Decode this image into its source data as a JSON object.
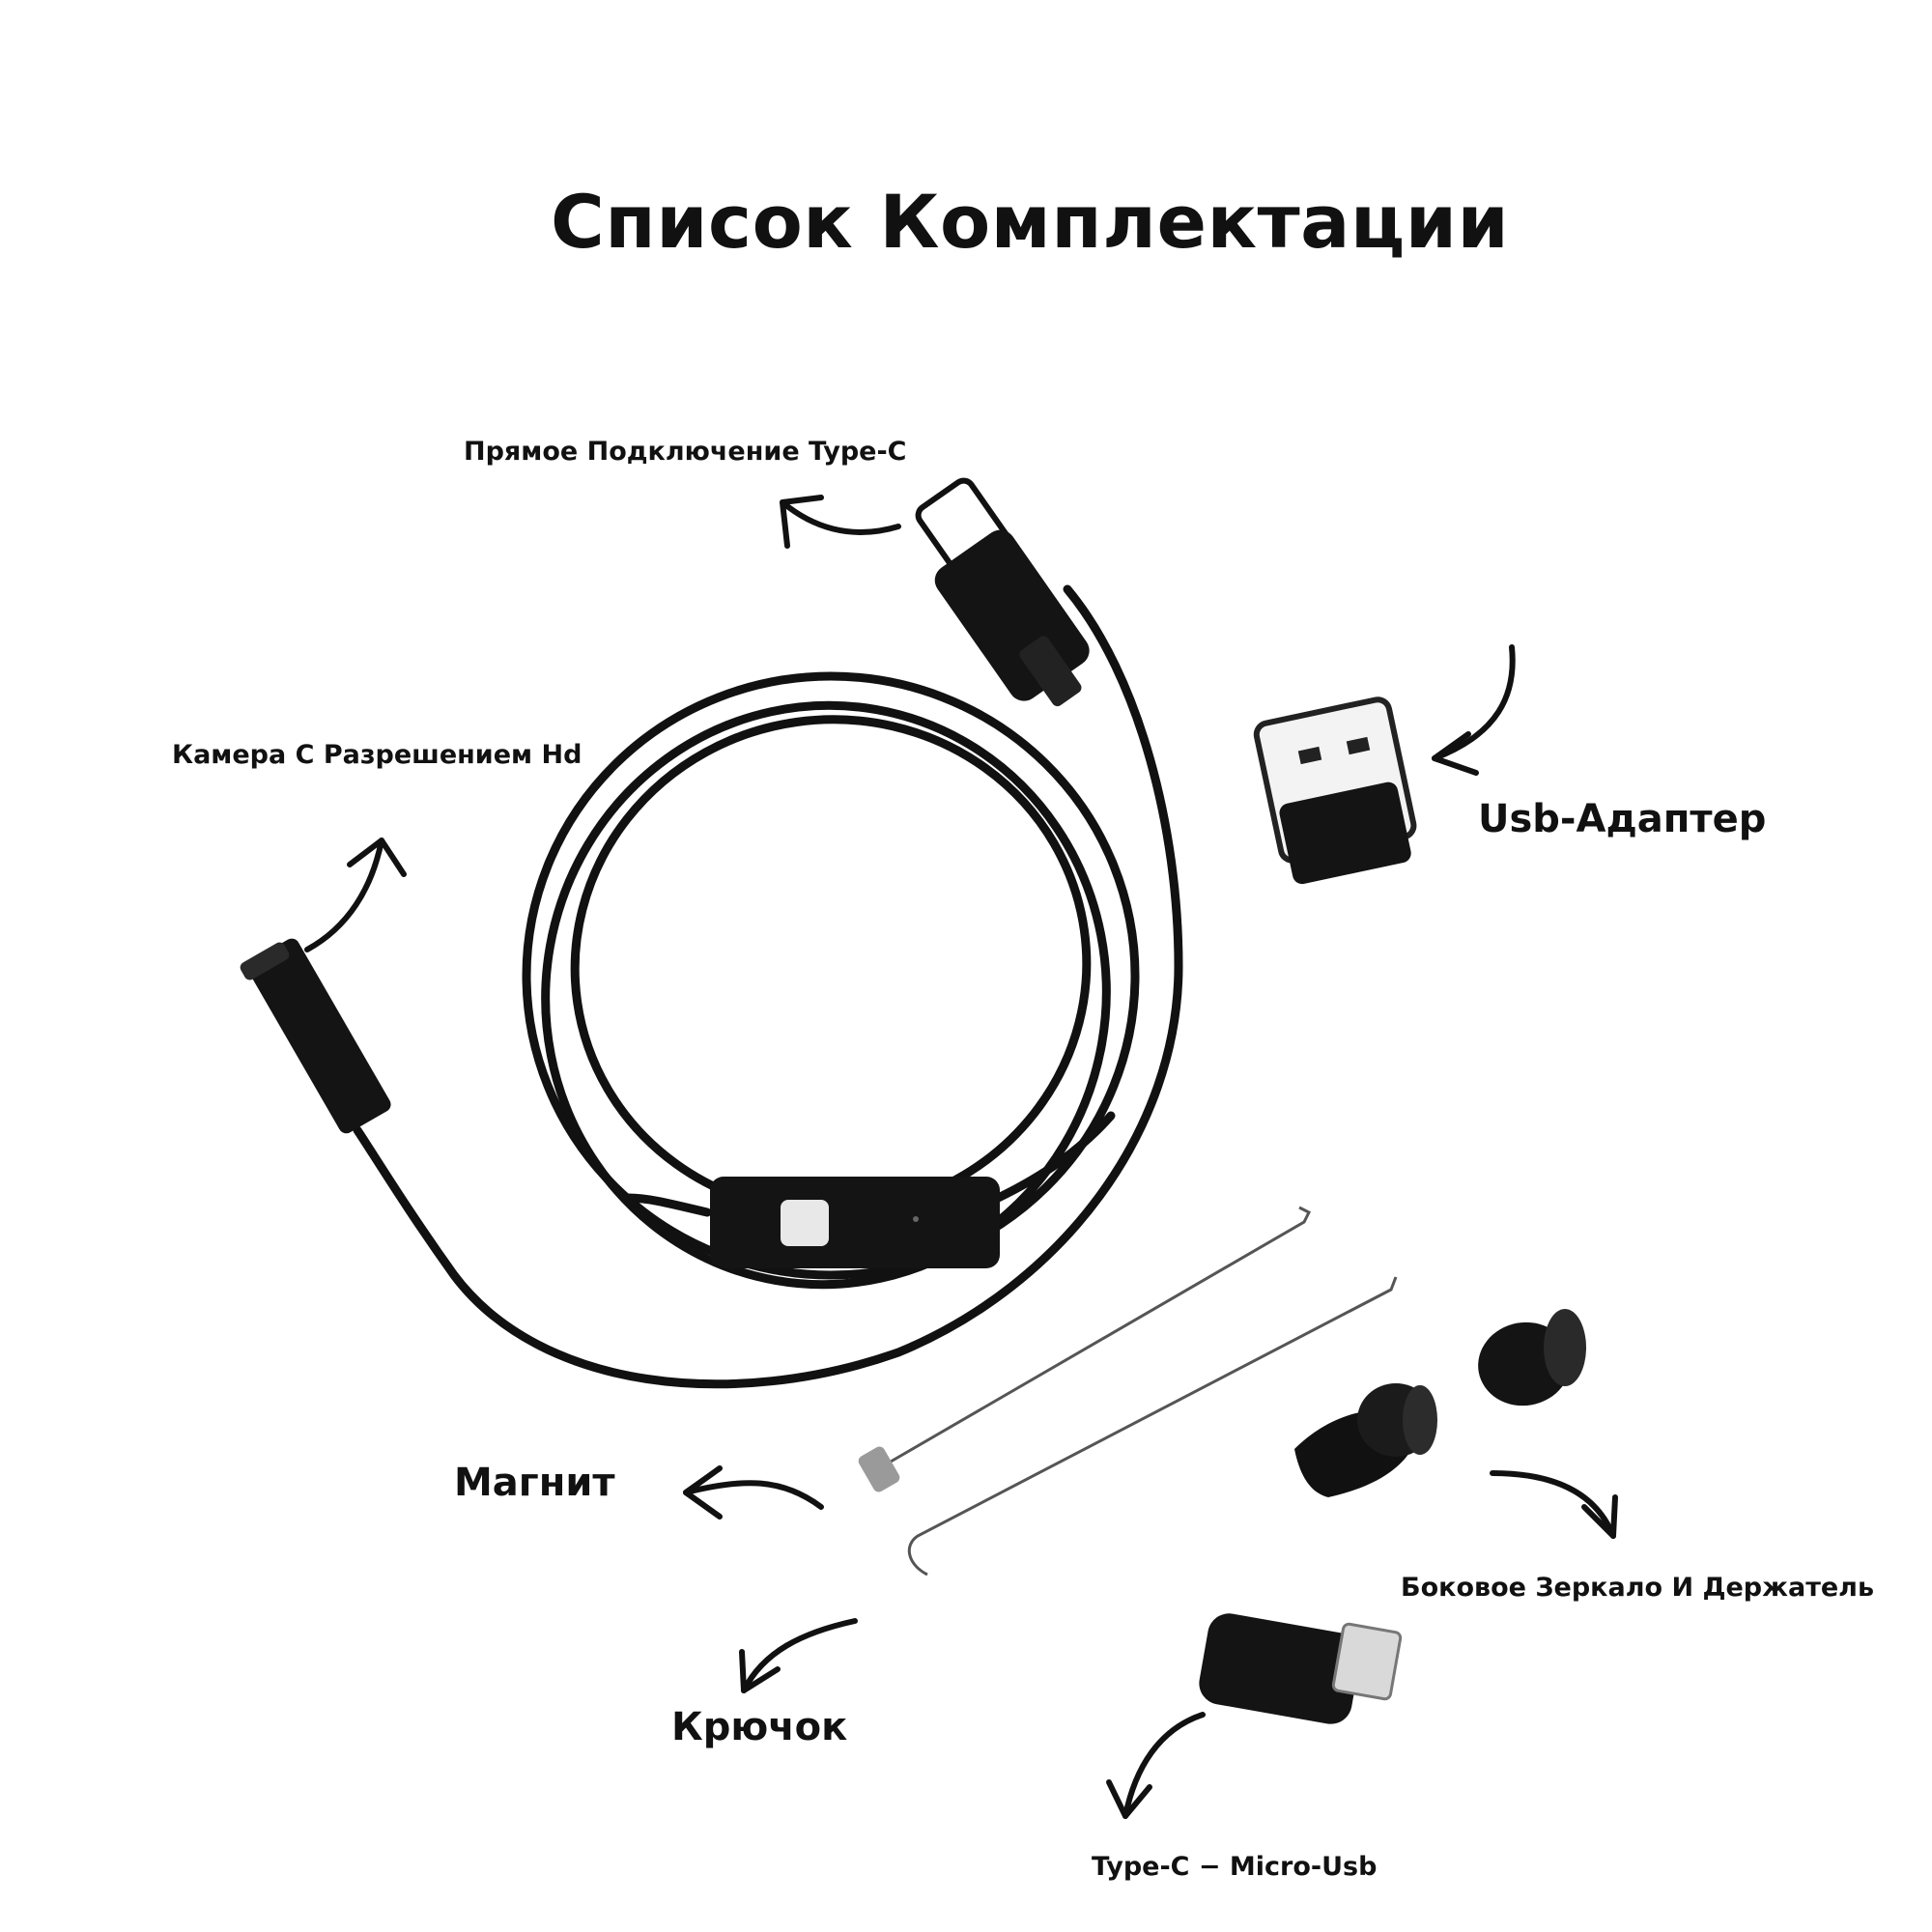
{
  "title": "Список Комплектации",
  "labels": {
    "type_c_direct": "Прямое Подключение Type-C",
    "camera_hd": "Камера С Разрешением Hd",
    "usb_adapter": "Usb-Адаптер",
    "magnet": "Магнит",
    "hook": "Крючок",
    "side_mirror": "Боковое Зеркало И Держатель",
    "type_c_micro": "Type-C − Micro-Usb"
  }
}
